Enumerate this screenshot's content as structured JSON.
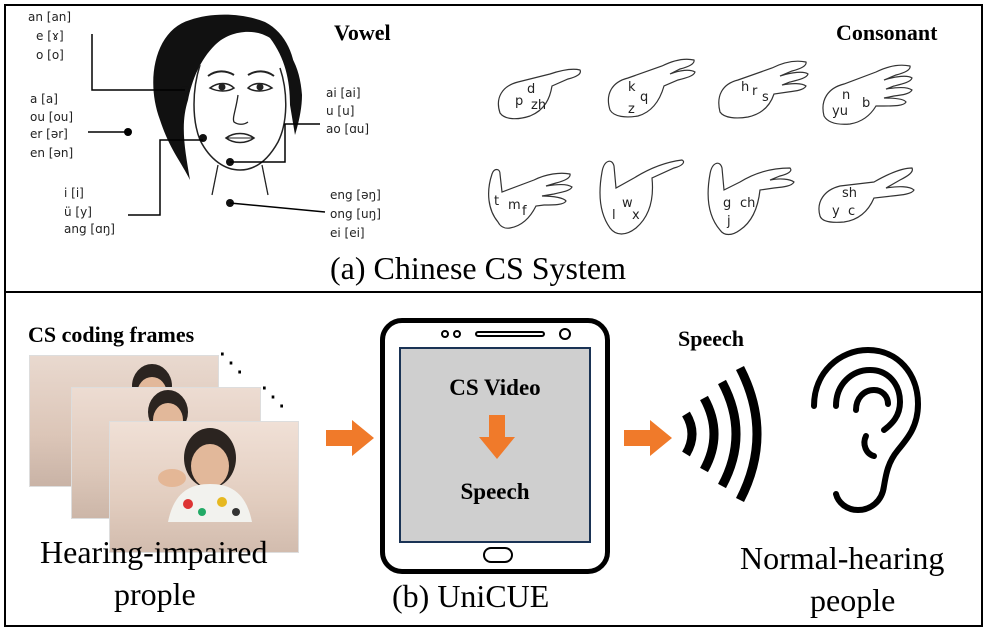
{
  "top": {
    "caption": "(a) Chinese CS System",
    "vowel_title": "Vowel",
    "consonant_title": "Consonant",
    "vowel_groups": {
      "side": [
        "an [an]",
        "e [ɤ]",
        "o [o]"
      ],
      "throat_left": [
        "a [a]",
        "ou [ou]",
        "er [ər]",
        "en [ən]"
      ],
      "chin": [
        "i [i]",
        "ü [y]",
        "ang [ɑŋ]"
      ],
      "mouth": [
        "ai [ai]",
        "u [u]",
        "ao [ɑu]"
      ],
      "neck": [
        "eng [əŋ]",
        "ong [uŋ]",
        "ei [ei]"
      ]
    },
    "consonant_hands": [
      [
        "p",
        "d",
        "zh"
      ],
      [
        "k",
        "q",
        "z"
      ],
      [
        "h",
        "r",
        "s"
      ],
      [
        "n",
        "b",
        "yu"
      ],
      [
        "t",
        "m",
        "f"
      ],
      [
        "l",
        "w",
        "x"
      ],
      [
        "g",
        "ch",
        "j"
      ],
      [
        "sh",
        "y",
        "c"
      ]
    ]
  },
  "bottom": {
    "frames_title": "CS coding frames",
    "left_caption_line1": "Hearing-impaired",
    "left_caption_line2": "prople",
    "phone_line1": "CS Video",
    "phone_line2": "Speech",
    "phone_caption": "(b) UniCUE",
    "speech_label": "Speech",
    "right_caption_line1": "Normal-hearing",
    "right_caption_line2": "people",
    "arrow_color": "#f07a2a",
    "frame_dots": "⋱"
  }
}
